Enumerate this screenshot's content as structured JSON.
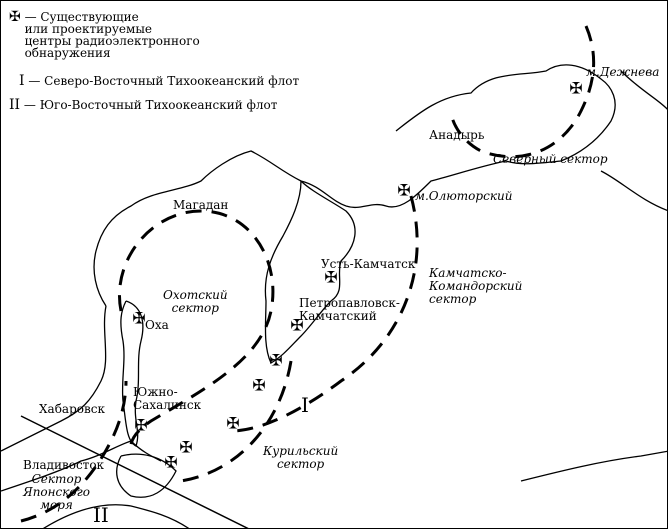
{
  "legend": {
    "station": {
      "icon": "cross-icon",
      "text": "— Существующие\nили проектируемые\nцентры радиоэлектронного\nобнаружения"
    },
    "fleet1": {
      "mark": "I",
      "text": "— Северо-Восточный Тихоокеанский флот"
    },
    "fleet2": {
      "mark": "II",
      "text": "— Юго-Восточный Тихоокеанский флот"
    }
  },
  "places": {
    "dezhnev": "м.Дежнева",
    "anadyr": "Анадырь",
    "olyutorsky": "м.Олюторский",
    "magadan": "Магадан",
    "ust_kamchatsk": "Усть-Камчатск",
    "petropavlovsk": "Петропавловск-\nКамчатский",
    "okha": "Оха",
    "yuzhno": "Южно-\nСахалинск",
    "khabarovsk": "Хабаровск",
    "vladivostok": "Владивосток"
  },
  "sectors": {
    "north": "Северный сектор",
    "okhotsk": "Охотский\nсектор",
    "kamchatka": "Камчатско-\nКомандорский\nсектор",
    "kuril": "Курильский\nсектор",
    "japan": "Сектор\nЯпонского\nморя"
  },
  "fleet_marks": {
    "one": "I",
    "two": "II"
  },
  "colors": {
    "ink": "#000000",
    "background": "#ffffff"
  }
}
